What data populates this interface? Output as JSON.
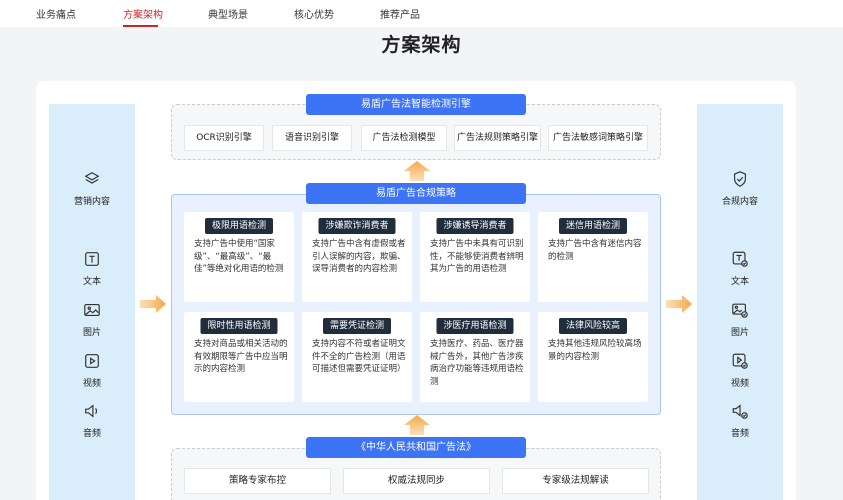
{
  "nav": {
    "tabs": [
      "业务痛点",
      "方案架构",
      "典型场景",
      "核心优势",
      "推荐产品"
    ],
    "active_index": 1
  },
  "page_title": "方案架构",
  "left_column": {
    "top_label": "营销内容",
    "items": [
      "文本",
      "图片",
      "视频",
      "音频"
    ]
  },
  "right_column": {
    "top_label": "合规内容",
    "items": [
      "文本",
      "图片",
      "视频",
      "音频"
    ]
  },
  "engine": {
    "header": "易盾广告法智能检测引擎",
    "tools": [
      "OCR识别引擎",
      "语音识别引擎",
      "广告法检测模型",
      "广告法规则策略引擎",
      "广告法敏感词策略引擎"
    ]
  },
  "policy": {
    "header": "易盾广告合规策略",
    "cards": [
      {
        "title": "极限用语检测",
        "body": "支持广告中使用“国家级”、“最高级”、“最佳”等绝对化用语的检测"
      },
      {
        "title": "涉嫌欺诈消费者",
        "body": "支持广告中含有虚假或者引人误解的内容，欺骗、误导消费者的内容检测"
      },
      {
        "title": "涉嫌诱导消费者",
        "body": "支持广告中未具有可识别性，不能够使消费者辨明其为广告的用语检测"
      },
      {
        "title": "迷信用语检测",
        "body": "支持广告中含有迷信内容的检测"
      },
      {
        "title": "限时性用语检测",
        "body": "支持对商品或相关活动的有效期限等广告中应当明示的内容检测"
      },
      {
        "title": "需要凭证检测",
        "body": "支持内容不符或者证明文件不全的广告检测（用语可描述但需要凭证证明）"
      },
      {
        "title": "涉医疗用语检测",
        "body": "支持医疗、药品、医疗器械广告外，其他广告涉疾病治疗功能等违规用语检测"
      },
      {
        "title": "法律风险较高",
        "body": "支持其他违规风险较高场景的内容检测"
      }
    ]
  },
  "law": {
    "header": "《中华人民共和国广告法》",
    "items": [
      "策略专家布控",
      "权威法规同步",
      "专家级法规解读"
    ]
  },
  "colors": {
    "accent_red": "#c8262d",
    "primary_blue": "#3d73f5",
    "side_bg": "#d9edfb",
    "card_head_dark": "#1f2d3d",
    "arrow_orange": "#f5a94a"
  }
}
